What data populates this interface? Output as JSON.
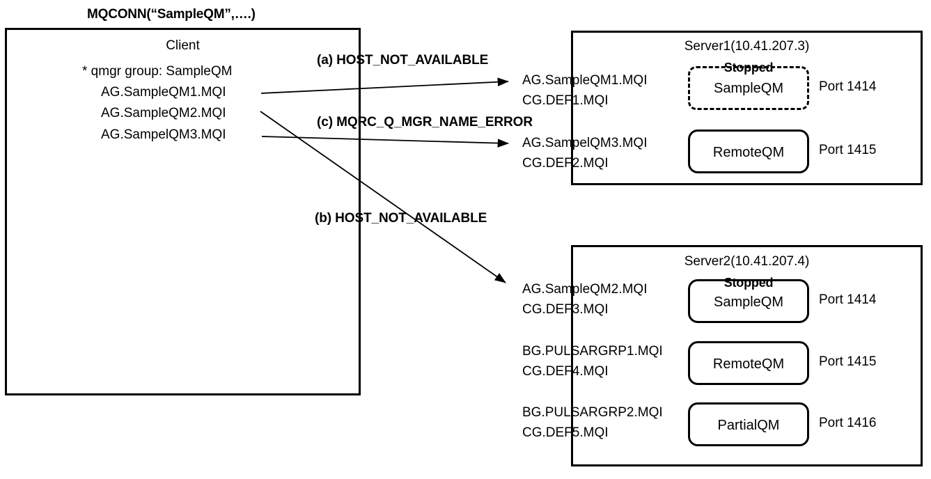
{
  "title": "MQCONN(“SampleQM”,….)",
  "client": {
    "heading": "Client",
    "lines": [
      "* qmgr group: SampleQM",
      "AG.SampleQM1.MQI",
      "AG.SampleQM2.MQI",
      "AG.SampelQM3.MQI"
    ]
  },
  "arrows": [
    {
      "label": "(a) HOST_NOT_AVAILABLE"
    },
    {
      "label": "(c) MQRC_Q_MGR_NAME_ERROR"
    },
    {
      "label": "(b) HOST_NOT_AVAILABLE"
    }
  ],
  "server1": {
    "heading": "Server1(10.41.207.3)",
    "channels": [
      {
        "line1": "AG.SampleQM1.MQI",
        "line2": "CG.DEF1.MQI"
      },
      {
        "line1": "AG.SampelQM3.MQI",
        "line2": "CG.DEF2.MQI"
      }
    ],
    "qmgrs": [
      {
        "name": "SampleQM",
        "status": "Stopped",
        "port": "Port 1414",
        "style": "dashed"
      },
      {
        "name": "RemoteQM",
        "status": "",
        "port": "Port 1415",
        "style": "solid"
      }
    ]
  },
  "server2": {
    "heading": "Server2(10.41.207.4)",
    "channels": [
      {
        "line1": "AG.SampleQM2.MQI",
        "line2": "CG.DEF3.MQI"
      },
      {
        "line1": "BG.PULSARGRP1.MQI",
        "line2": "CG.DEF4.MQI"
      },
      {
        "line1": "BG.PULSARGRP2.MQI",
        "line2": "CG.DEF5.MQI"
      }
    ],
    "qmgrs": [
      {
        "name": "SampleQM",
        "status": "Stopped",
        "port": "Port 1414",
        "style": "solid"
      },
      {
        "name": "RemoteQM",
        "status": "",
        "port": "Port 1415",
        "style": "solid"
      },
      {
        "name": "PartialQM",
        "status": "",
        "port": "Port 1416",
        "style": "solid"
      }
    ]
  },
  "colors": {
    "stroke": "#000000",
    "background": "#ffffff"
  }
}
